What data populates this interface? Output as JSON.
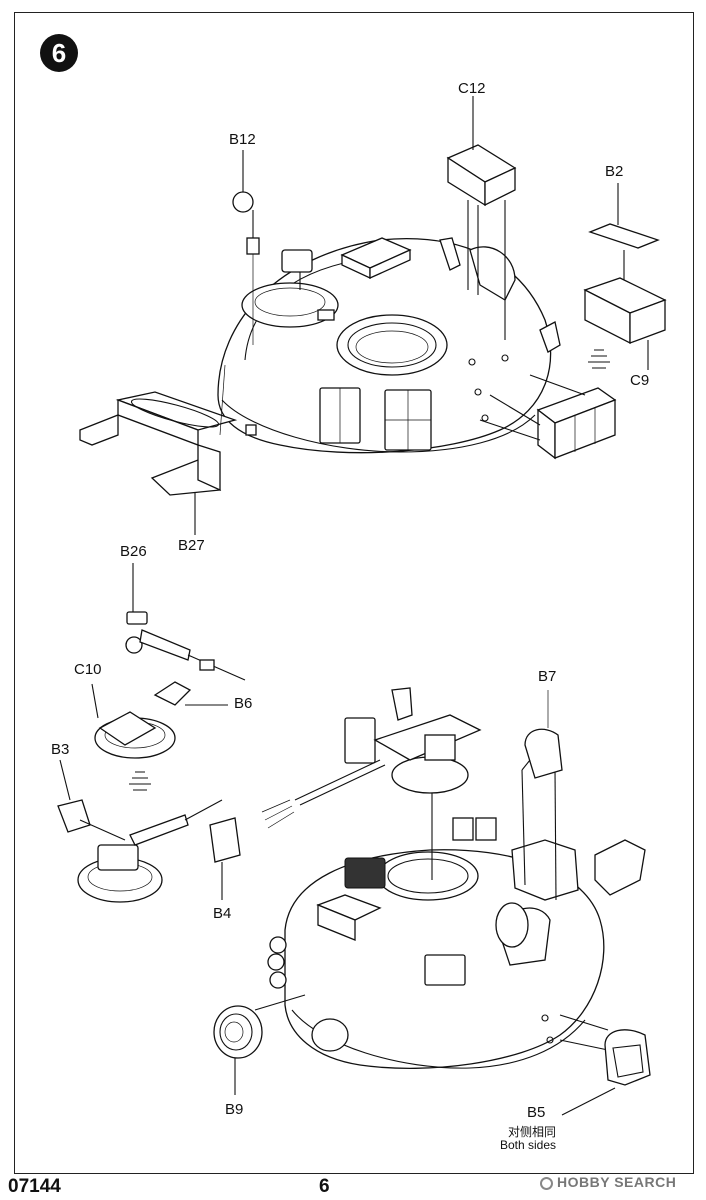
{
  "step": {
    "number": "6"
  },
  "labels": {
    "c12": "C12",
    "b12": "B12",
    "b2": "B2",
    "c9": "C9",
    "b27": "B27",
    "b26": "B26",
    "c10": "C10",
    "b6": "B6",
    "b3": "B3",
    "b4": "B4",
    "b7": "B7",
    "b9": "B9",
    "b5": "B5",
    "b5_note_cn": "对侧相同",
    "b5_note_en": "Both sides"
  },
  "footer": {
    "product_code": "07144",
    "page_number": "6",
    "watermark": "HOBBY SEARCH"
  }
}
